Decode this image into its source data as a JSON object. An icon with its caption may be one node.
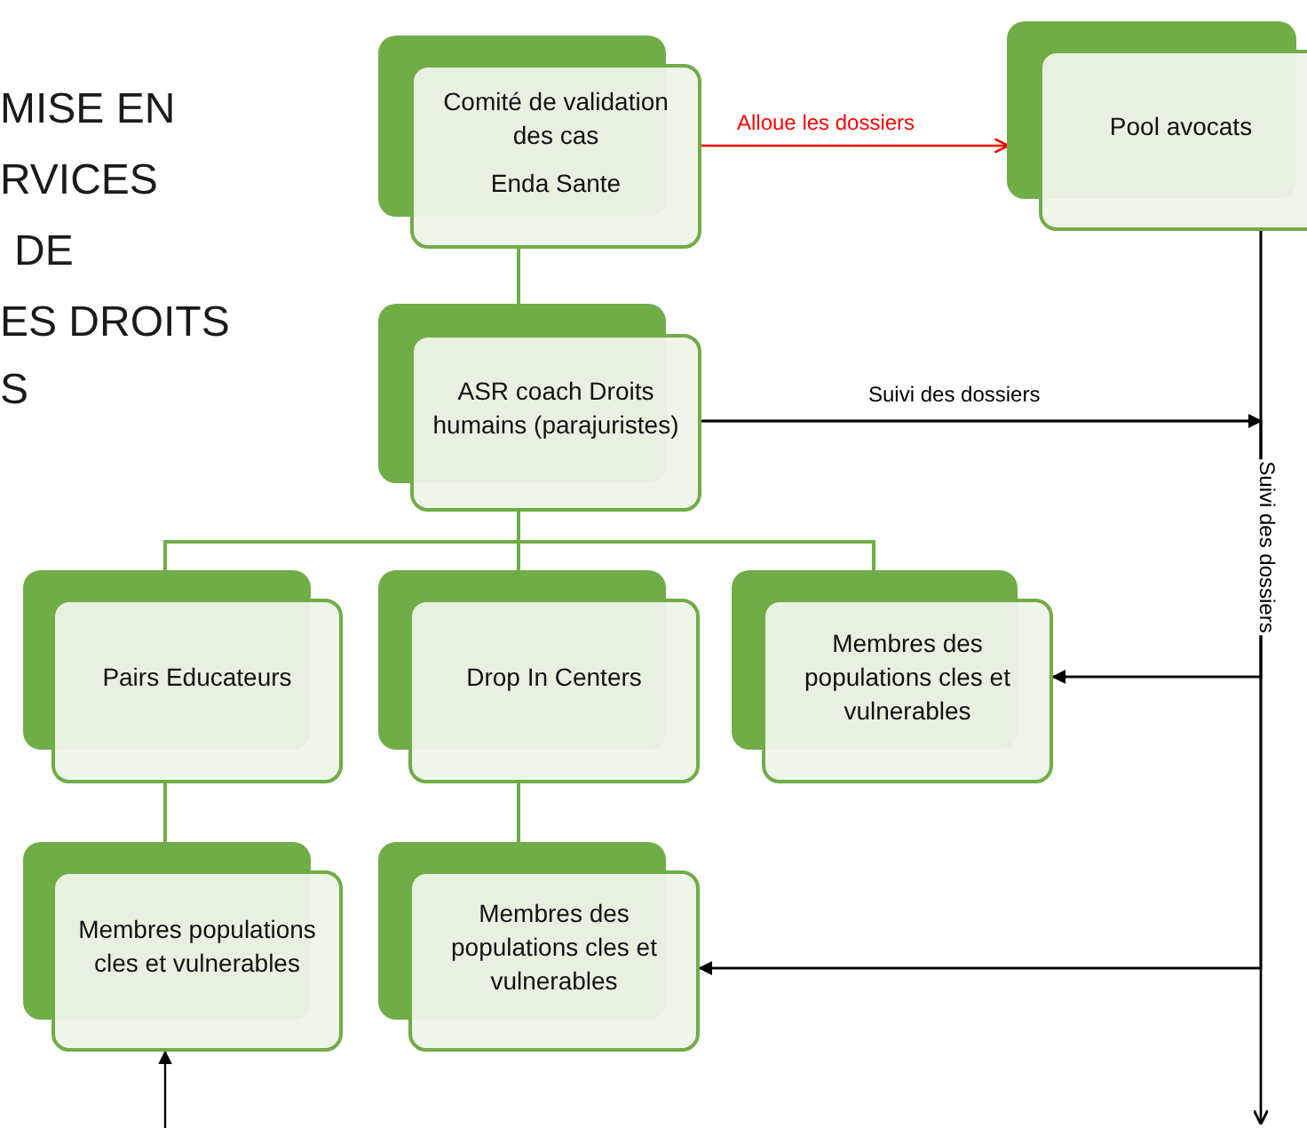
{
  "diagram": {
    "nodes": [
      {
        "text": [
          "Comité de validation des cas",
          "Enda Sante"
        ]
      },
      {
        "text": [
          "Pool avocats"
        ]
      },
      {
        "text": [
          "ASR coach Droits humains (parajuristes)"
        ]
      },
      {
        "text": [
          "Pairs Educateurs"
        ]
      },
      {
        "text": [
          "Drop In Centers"
        ]
      },
      {
        "text": [
          "Membres des populations cles et vulnerables"
        ]
      },
      {
        "text": [
          "Membres populations cles et vulnerables"
        ]
      },
      {
        "text": [
          "Membres des populations cles et vulnerables"
        ]
      }
    ],
    "edges": [
      {
        "from": 0,
        "to": 1,
        "arrow": "to",
        "label": "Alloue les dossiers",
        "color": "#ff0000"
      },
      {
        "from": 0,
        "to": 2,
        "arrow": "none",
        "color": "#70ad47"
      },
      {
        "from": 2,
        "to": 3,
        "arrow": "none",
        "color": "#70ad47"
      },
      {
        "from": 2,
        "to": 4,
        "arrow": "none",
        "color": "#70ad47"
      },
      {
        "from": 2,
        "to": 5,
        "arrow": "none",
        "color": "#70ad47"
      },
      {
        "from": 3,
        "to": 6,
        "arrow": "none",
        "color": "#70ad47"
      },
      {
        "from": 4,
        "to": 7,
        "arrow": "none",
        "color": "#70ad47"
      },
      {
        "from": 2,
        "to": 5,
        "arrow": "to",
        "label": "Suivi des dossiers"
      },
      {
        "from": 2,
        "to": 7,
        "arrow": "to"
      },
      {
        "from": 2,
        "to": null,
        "arrow": "to"
      },
      {
        "from": 1,
        "to": 5,
        "arrow": "to",
        "label": "Suivi des dossiers"
      },
      {
        "from": 1,
        "to": 7,
        "arrow": "to"
      },
      {
        "from": 1,
        "to": null,
        "arrow": "to"
      },
      {
        "from": null,
        "to": 6,
        "arrow": "to"
      }
    ],
    "labels": [
      "MISE EN",
      "RVICES",
      "DE",
      "ES DROITS",
      "S"
    ]
  }
}
